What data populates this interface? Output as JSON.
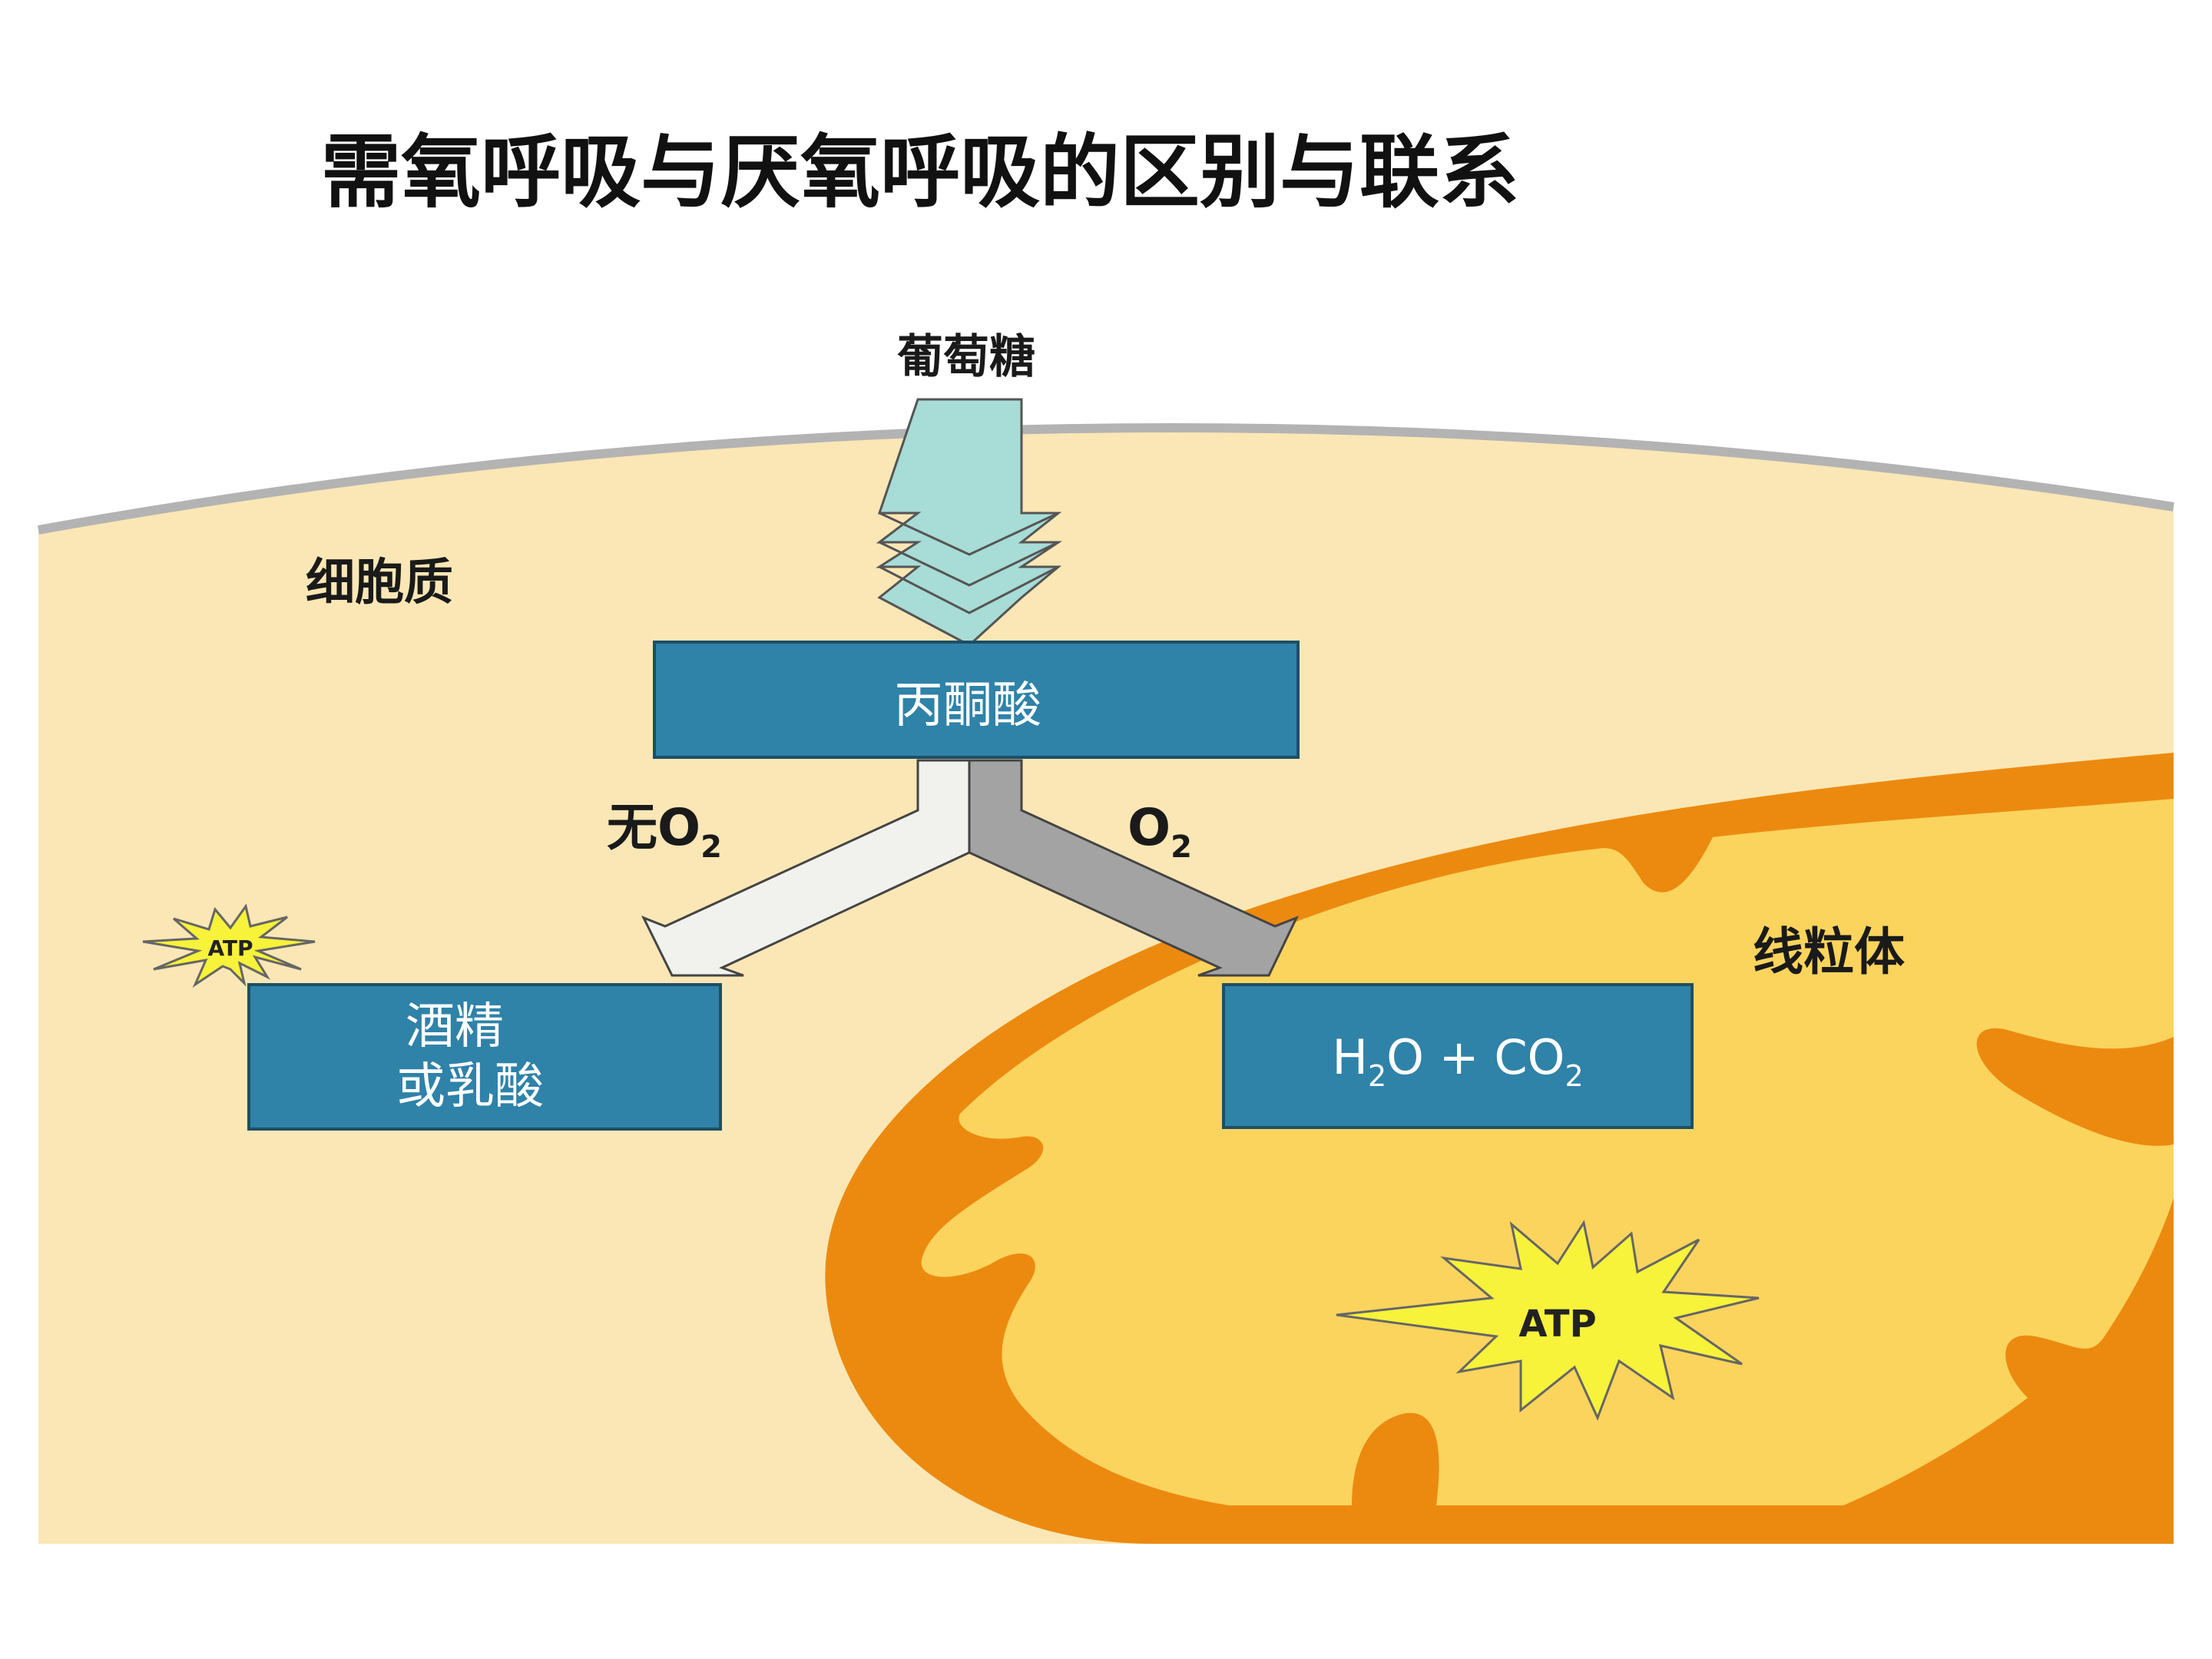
{
  "title": "需氧呼吸与厌氧呼吸的区别与联系",
  "labels": {
    "glucose": "葡萄糖",
    "cytoplasm": "细胞质",
    "pyruvate": "丙酮酸",
    "no_oxygen_prefix": "无O",
    "oxygen": "O",
    "subscript_2": "2",
    "mitochondria": "线粒体",
    "anaerobic_product_line1": "酒精",
    "anaerobic_product_line2": "或乳酸",
    "aerobic_product_h": "H",
    "aerobic_product_rest": "O + CO",
    "atp": "ATP"
  },
  "colors": {
    "cytoplasm": "#fbe7b5",
    "cell_membrane": "#b3b3b3",
    "mitochondrion_outer": "#ec8a10",
    "mitochondrion_matrix": "#fbd45d",
    "box_fill": "#2f82a8",
    "glucose_arrow": "#a8dcd6",
    "anaerobic_arrow": "#f1f1ed",
    "aerobic_arrow": "#a3a3a3",
    "atp_star": "#f7f23a"
  }
}
